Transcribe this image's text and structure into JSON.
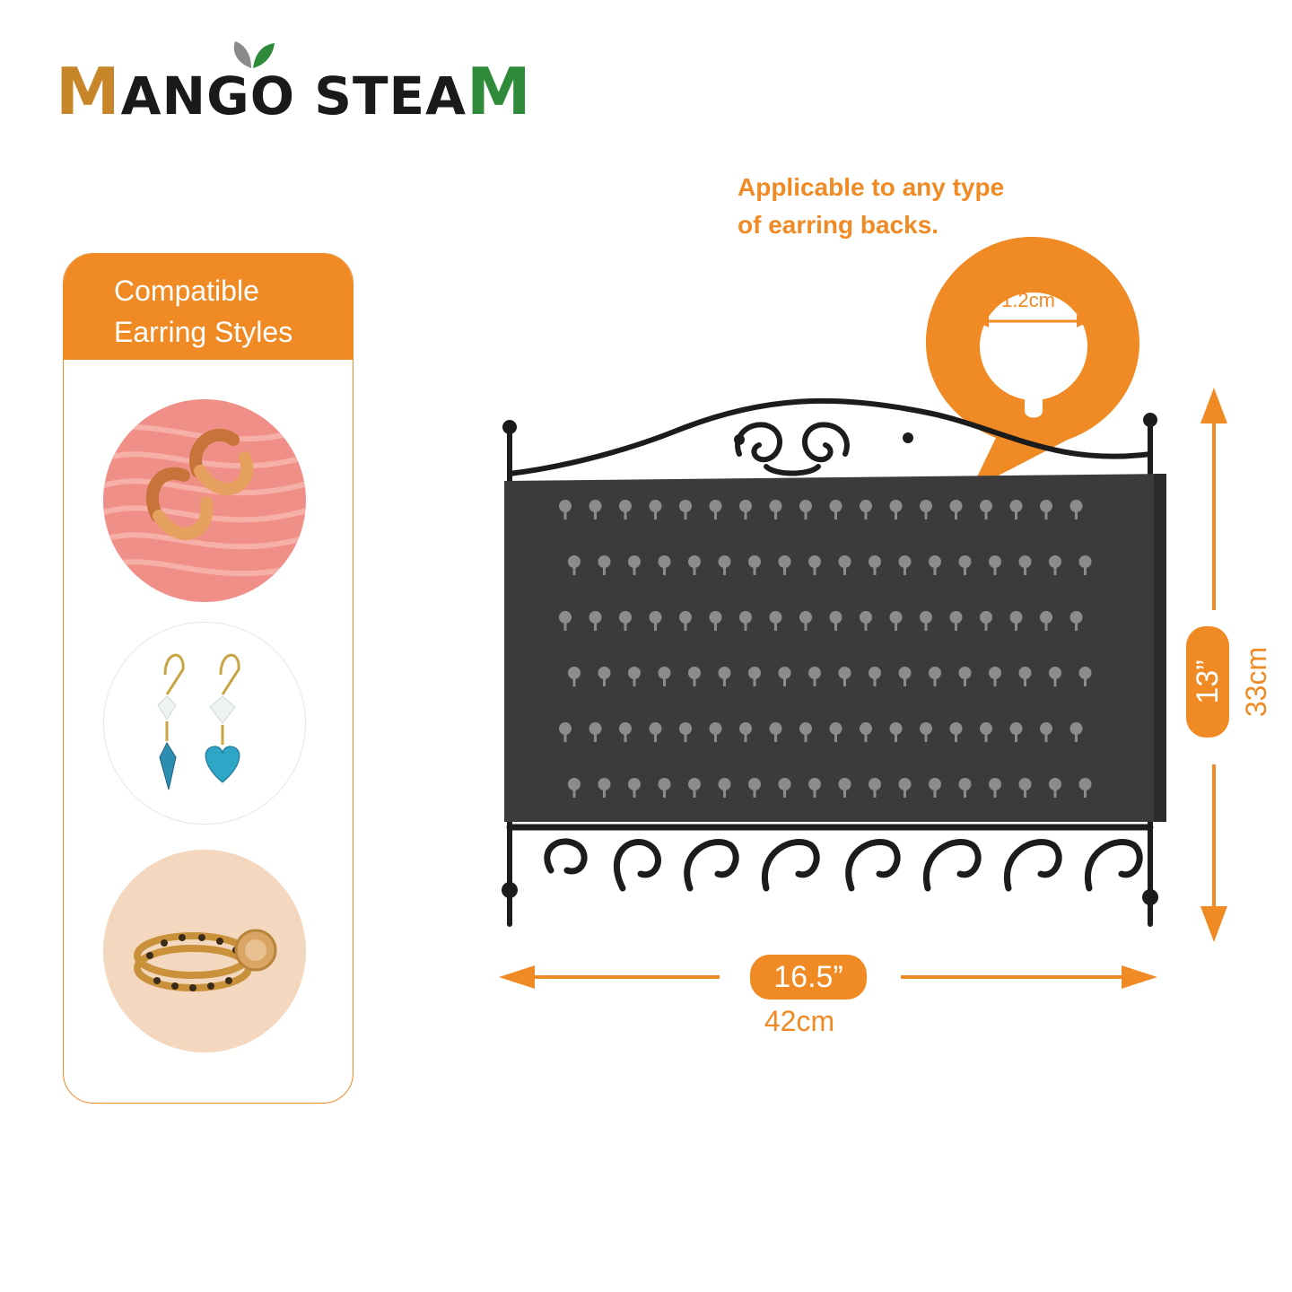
{
  "brand": {
    "letter_first": "M",
    "middle": "ANGO STEA",
    "letter_last": "M",
    "colors": {
      "orange": "#c8862a",
      "green": "#2f8a3a",
      "dark": "#1a1a1a"
    }
  },
  "panel": {
    "title_line1": "Compatible",
    "title_line2": "Earring Styles",
    "accent": "#f08a24",
    "items": [
      {
        "name": "hoop-earrings",
        "background": "#f08f88"
      },
      {
        "name": "drop-earrings",
        "background": "#ffffff"
      },
      {
        "name": "ear-cuff",
        "background": "#f3d7bf"
      }
    ]
  },
  "callout": {
    "line1": "Applicable to any type",
    "line2": "of earring backs.",
    "hole_size": "1.2cm"
  },
  "dimensions": {
    "height_in": "13”",
    "height_cm": "33cm",
    "width_in": "16.5”",
    "width_cm": "42cm"
  },
  "product": {
    "rows": 6,
    "holes_per_row": 18,
    "color": "#3b3b3b"
  }
}
